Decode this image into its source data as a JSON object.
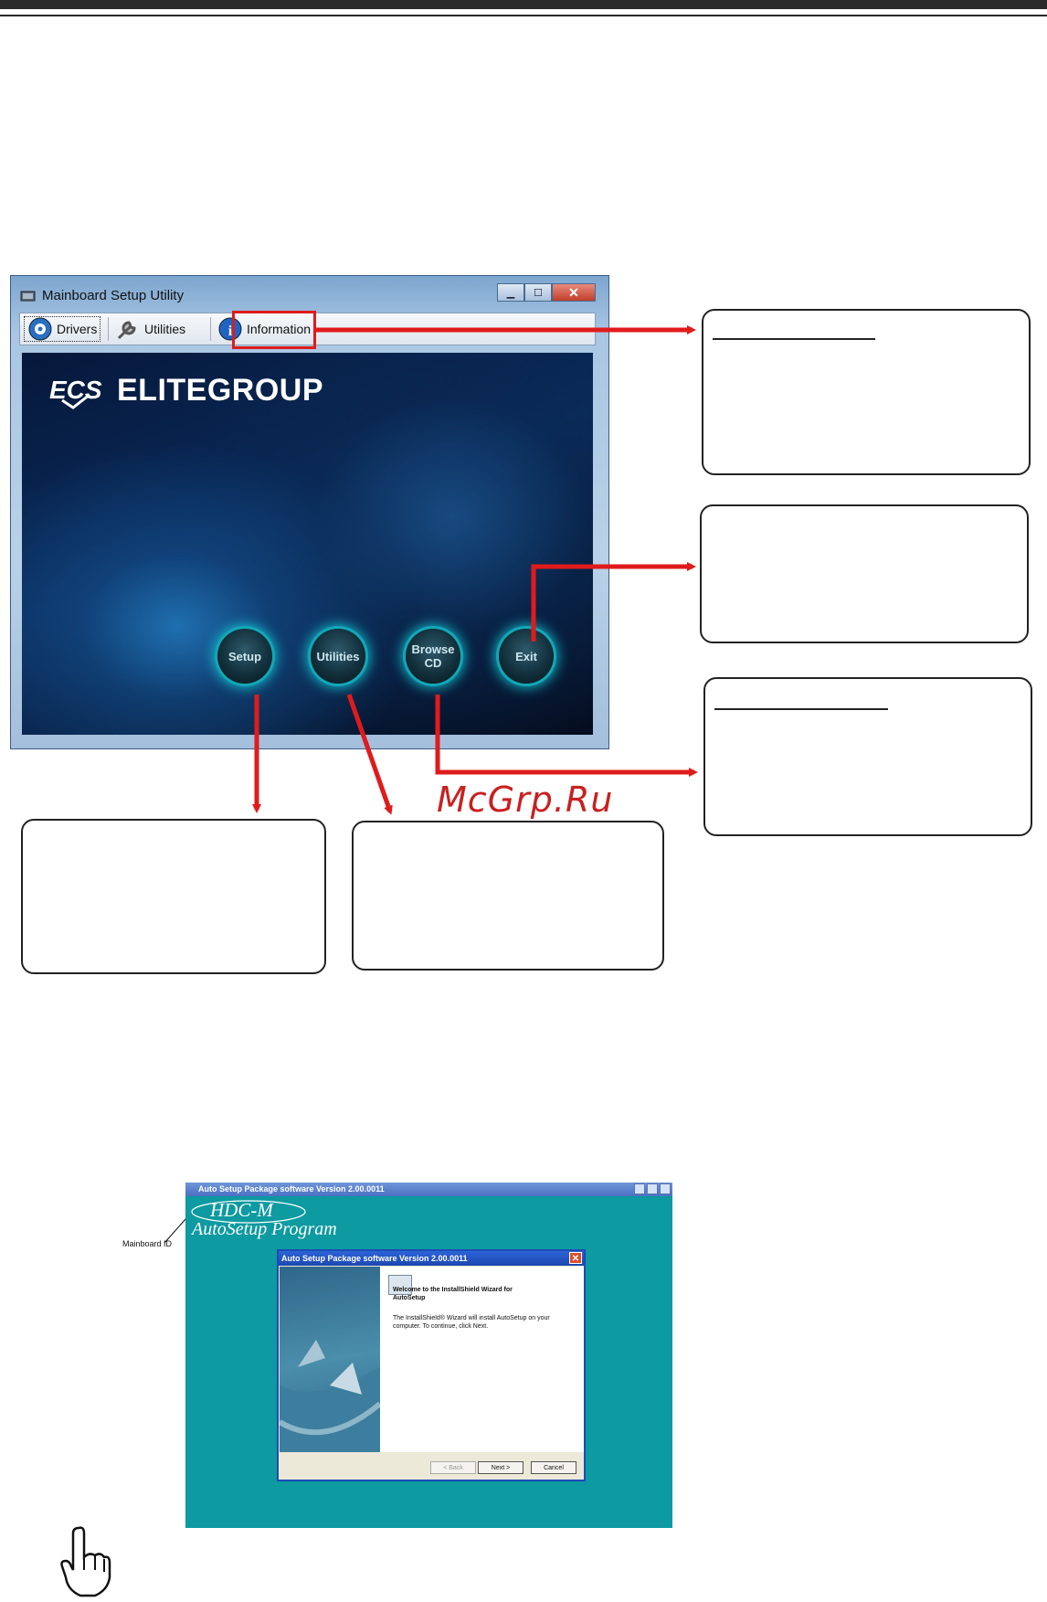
{
  "window": {
    "title": "Mainboard Setup Utility",
    "tabs": [
      {
        "label": "Drivers"
      },
      {
        "label": "Utilities"
      },
      {
        "label": "Information"
      }
    ],
    "brand": "ELITEGROUP",
    "buttons": [
      {
        "label": "Setup"
      },
      {
        "label": "Utilities"
      },
      {
        "label": "Browse\nCD"
      },
      {
        "label": "Exit"
      }
    ]
  },
  "watermark": "McGrp.Ru",
  "autosetup": {
    "window_title": "Auto Setup Package software Version 2.00.0011",
    "board_name": "HDC-M",
    "program_name": "AutoSetup Program",
    "mainboard_label": "Mainboard ID",
    "dialog": {
      "title": "Auto Setup Package software Version 2.00.0011",
      "heading": "Welcome to the InstallShield Wizard for AutoSetup",
      "body": "The InstallShield® Wizard will install AutoSetup on your computer.  To continue, click Next.",
      "back_label": "< Back",
      "next_label": "Next >",
      "cancel_label": "Cancel"
    }
  },
  "colors": {
    "accent_red": "#e01b1b",
    "desktop_teal": "#0d9aa0"
  }
}
